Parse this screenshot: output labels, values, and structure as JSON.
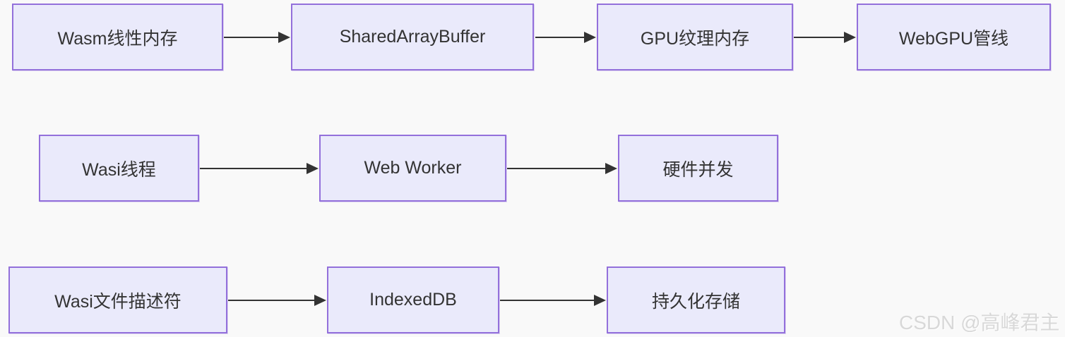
{
  "diagram": {
    "type": "flowchart-LR",
    "colors": {
      "background": "#f9f9f9",
      "node_fill": "#eaeafb",
      "node_border": "#9370DB",
      "arrow": "#333333",
      "text": "#333333",
      "watermark": "#d8d8d8"
    },
    "rows": [
      {
        "nodes": [
          {
            "label": "Wasm线性内存"
          },
          {
            "label": "SharedArrayBuffer"
          },
          {
            "label": "GPU纹理内存"
          },
          {
            "label": "WebGPU管线"
          }
        ]
      },
      {
        "nodes": [
          {
            "label": "Wasi线程"
          },
          {
            "label": "Web Worker"
          },
          {
            "label": "硬件并发"
          }
        ]
      },
      {
        "nodes": [
          {
            "label": "Wasi文件描述符"
          },
          {
            "label": "IndexedDB"
          },
          {
            "label": "持久化存储"
          }
        ]
      }
    ],
    "edges": [
      {
        "from": "Wasm线性内存",
        "to": "SharedArrayBuffer"
      },
      {
        "from": "SharedArrayBuffer",
        "to": "GPU纹理内存"
      },
      {
        "from": "GPU纹理内存",
        "to": "WebGPU管线"
      },
      {
        "from": "Wasi线程",
        "to": "Web Worker"
      },
      {
        "from": "Web Worker",
        "to": "硬件并发"
      },
      {
        "from": "Wasi文件描述符",
        "to": "IndexedDB"
      },
      {
        "from": "IndexedDB",
        "to": "持久化存储"
      }
    ],
    "watermark": "CSDN @高峰君主"
  }
}
